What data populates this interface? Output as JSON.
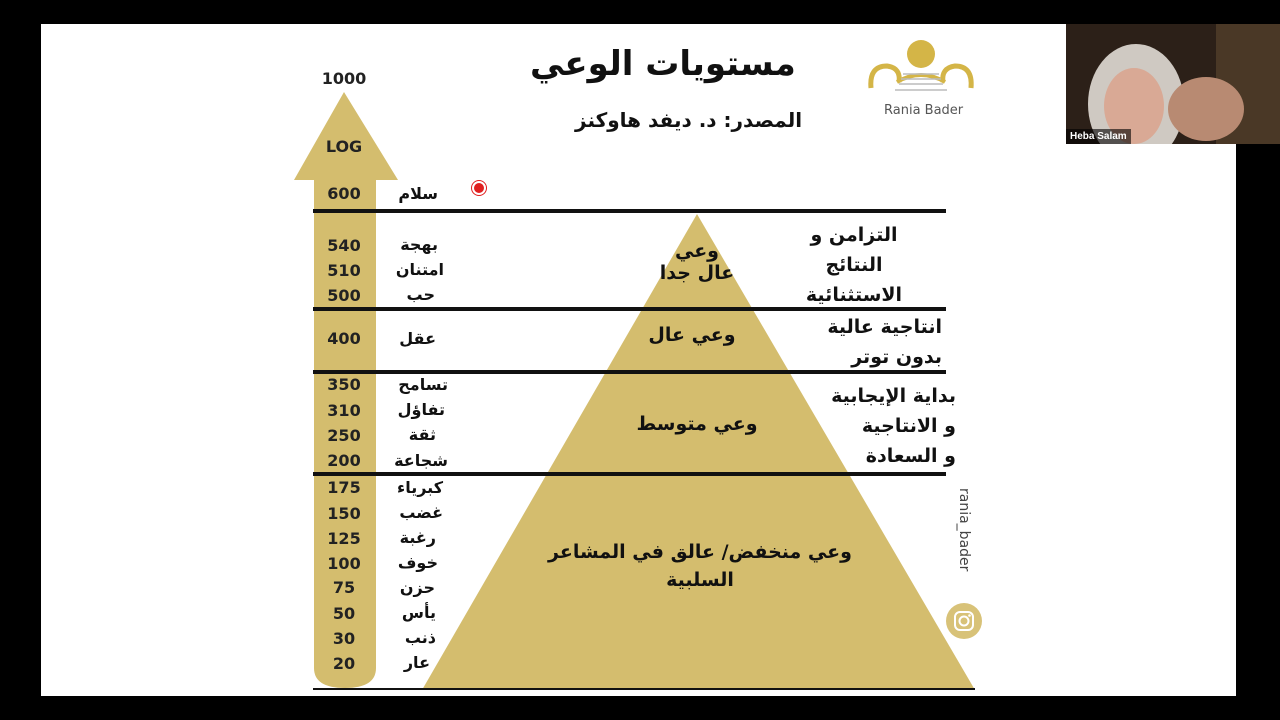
{
  "slide": {
    "title": "مستويات الوعي",
    "source": "المصدر:  د. ديفد هاوكنز",
    "logo_text": "Rania Bader",
    "axis_top": "1000",
    "axis_label": "LOG",
    "instagram_handle": "rania_bader",
    "colors": {
      "gold": "#d4bd6e",
      "gold_dark": "#c9b062",
      "line": "#111111"
    },
    "scale": [
      {
        "value": "600",
        "emotion": "سلام"
      },
      {
        "value": "540",
        "emotion": "بهجة"
      },
      {
        "value": "510",
        "emotion": "امتنان"
      },
      {
        "value": "500",
        "emotion": "حب"
      },
      {
        "value": "400",
        "emotion": "عقل"
      },
      {
        "value": "350",
        "emotion": "تسامح"
      },
      {
        "value": "310",
        "emotion": "تفاؤل"
      },
      {
        "value": "250",
        "emotion": "ثقة"
      },
      {
        "value": "200",
        "emotion": "شجاعة"
      },
      {
        "value": "175",
        "emotion": "كبرياء"
      },
      {
        "value": "150",
        "emotion": "غضب"
      },
      {
        "value": "125",
        "emotion": "رغبة"
      },
      {
        "value": "100",
        "emotion": "خوف"
      },
      {
        "value": "75",
        "emotion": "حزن"
      },
      {
        "value": "50",
        "emotion": "يأس"
      },
      {
        "value": "30",
        "emotion": "ذنب"
      },
      {
        "value": "20",
        "emotion": "عار"
      }
    ],
    "levels": [
      {
        "line1": "وعي",
        "line2": "عال جدا"
      },
      {
        "line1": "وعي عال",
        "line2": ""
      },
      {
        "line1": "وعي متوسط",
        "line2": ""
      },
      {
        "line1": "وعي منخفض/ عالق في المشاعر",
        "line2": "السلبية"
      }
    ],
    "results": [
      {
        "line1": "التزامن و",
        "line2": "النتائج",
        "line3": "الاستثنائية"
      },
      {
        "line1": "انتاجية عالية",
        "line2": "بدون توتر",
        "line3": ""
      },
      {
        "line1": "بداية الإيجابية",
        "line2": "و الانتاجية",
        "line3": "و السعادة"
      }
    ]
  },
  "participant": {
    "name": "Heba Salam"
  }
}
